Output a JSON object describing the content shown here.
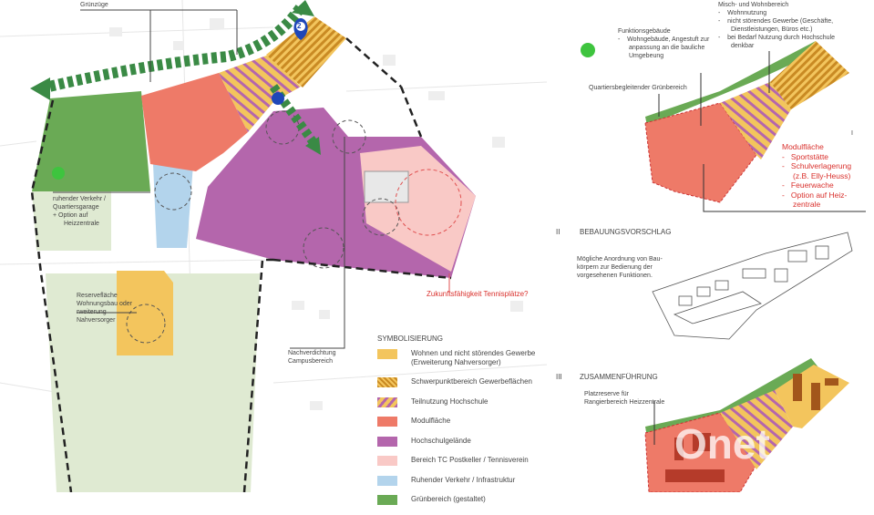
{
  "map": {
    "labels": {
      "gruenzuege": "Grünzüge",
      "ruhender_verkehr": [
        "ruhender Verkehr /",
        "Quartiersgarage",
        "+   Option auf",
        "Heizzentrale"
      ],
      "reserveflaeche": [
        "Reservefläche",
        "Wohnungsbau oder",
        "rweiterung",
        "Nahversorger"
      ],
      "nachverdichtung": [
        "Nachverdichtung",
        "Campusbereich"
      ],
      "tennis": "Zukunftsfähigkeit Tennisplätze?",
      "marker_number": "2"
    }
  },
  "legend": {
    "title": "SYMBOLISIERUNG",
    "items": [
      {
        "label": "Wohnen und nicht störendes Gewerbe",
        "label2": "(Erweiterung Nahversorger)",
        "color": "#f3c55d"
      },
      {
        "label": "Schwerpunktbereich Gewerbeflächen",
        "color": "#e8a43a",
        "pattern": "orange-stripes"
      },
      {
        "label": "Teilnutzung Hochschule",
        "color": "#f3c55d",
        "pattern": "purple-stripes"
      },
      {
        "label": "Modulfläche",
        "color": "#ee7a68"
      },
      {
        "label": "Hochschulgelände",
        "color": "#b466ac"
      },
      {
        "label": "Bereich TC Postkeller / Tennisverein",
        "color": "#f9c9c6"
      },
      {
        "label": "Ruhender Verkehr / Infrastruktur",
        "color": "#b3d4ec"
      },
      {
        "label": "Grünbereich (gestaltet)",
        "color": "#6aaa55"
      }
    ]
  },
  "panel": {
    "top": {
      "misch_title": "Misch- und Wohnbereich",
      "misch_items": [
        "Wohnnutzung",
        "nicht störendes Gewerbe (Geschäfte,",
        "Dienstleistungen, Büros etc.)",
        "bei Bedarf Nutzung durch Hochschule",
        "denkbar"
      ],
      "funktion_title": "Funktionsgebäude",
      "funktion_items": [
        "Wohngebäude, Angestuft zur",
        "anpassung an die bauliche",
        "Umgebeung"
      ],
      "gruen_label": "Quartiersbegleitender Grünbereich",
      "modul_title": "Modulfläche",
      "modul_items": [
        "Sportstätte",
        "Schulverlagerung",
        "(z.B. Elly-Heuss)",
        "Feuerwache",
        "Option auf Heiz-",
        "zentrale"
      ],
      "numeral": "I"
    },
    "section2": {
      "numeral": "II",
      "title": "BEBAUUNGSVORSCHLAG",
      "text": [
        "Mögliche Anordnung von Bau-",
        "körpern zur Bedienung der",
        "vorgesehenen Funktionen."
      ]
    },
    "section3": {
      "numeral": "III",
      "title": "ZUSAMMENFÜHRUNG",
      "text": [
        "Platzreserve für",
        "Rangierbereich Heizzentrale"
      ]
    }
  },
  "watermark": "Onet"
}
